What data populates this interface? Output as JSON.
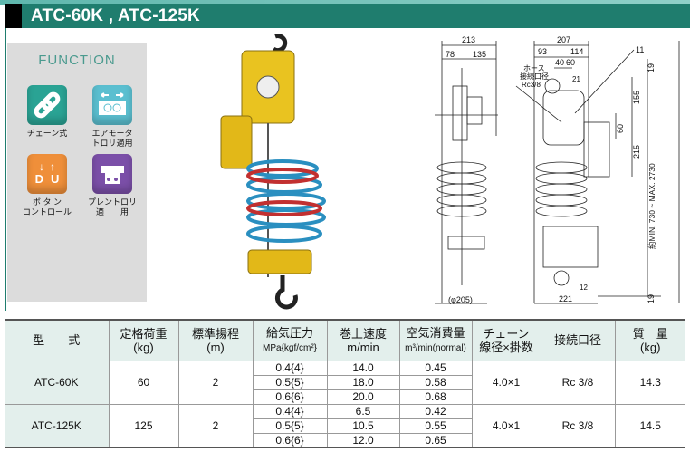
{
  "header": {
    "title": "ATC-60K , ATC-125K"
  },
  "function": {
    "title": "FUNCTION",
    "items": [
      {
        "label1": "チェーン式",
        "label2": "",
        "icon": "chain-icon",
        "color": "#2aa394"
      },
      {
        "label1": "エアモータ",
        "label2": "トロリ適用",
        "icon": "air-motor-trolley-icon",
        "color": "#5bbfd0"
      },
      {
        "label1": "ボ タ ン",
        "label2": "コントロール",
        "icon": "button-control-icon",
        "color": "#ef8f3a",
        "d": "D",
        "u": "U"
      },
      {
        "label1": "プレントロリ",
        "label2": "適　　用",
        "icon": "plain-trolley-icon",
        "color": "#7b4fa8"
      }
    ]
  },
  "drawing": {
    "dims": {
      "w213": "213",
      "w78": "78",
      "w135": "135",
      "w207": "207",
      "w93": "93",
      "w114": "114",
      "w40": "40",
      "w60": "60",
      "d11": "11",
      "d19a": "19",
      "d155": "155",
      "d60": "60",
      "d215": "215",
      "range": "約MIN. 730 ~ MAX. 2730",
      "d19b": "19",
      "dia205": "(φ205)",
      "w221": "221",
      "r21": "21",
      "r12": "12"
    },
    "hose_label": [
      "ホース",
      "接続口径",
      "Rc3/8"
    ]
  },
  "table": {
    "headers": [
      [
        "型　　式",
        ""
      ],
      [
        "定格荷重",
        "(kg)"
      ],
      [
        "標準揚程",
        "(m)"
      ],
      [
        "給気圧力",
        "MPa{kgf/cm²}"
      ],
      [
        "巻上速度",
        "m/min"
      ],
      [
        "空気消費量",
        "m³/min(normal)"
      ],
      [
        "チェーン",
        "線径×掛数"
      ],
      [
        "接続口径",
        ""
      ],
      [
        "質　量",
        "(kg)"
      ]
    ],
    "rows": [
      {
        "model": "ATC-60K",
        "load": "60",
        "lift": "2",
        "sub": [
          [
            "0.4{4}",
            "14.0",
            "0.45"
          ],
          [
            "0.5{5}",
            "18.0",
            "0.58"
          ],
          [
            "0.6{6}",
            "20.0",
            "0.68"
          ]
        ],
        "chain": "4.0×1",
        "port": "Rc 3/8",
        "mass": "14.3"
      },
      {
        "model": "ATC-125K",
        "load": "125",
        "lift": "2",
        "sub": [
          [
            "0.4{4}",
            "6.5",
            "0.42"
          ],
          [
            "0.5{5}",
            "10.5",
            "0.55"
          ],
          [
            "0.6{6}",
            "12.0",
            "0.65"
          ]
        ],
        "chain": "4.0×1",
        "port": "Rc 3/8",
        "mass": "14.5"
      }
    ]
  }
}
